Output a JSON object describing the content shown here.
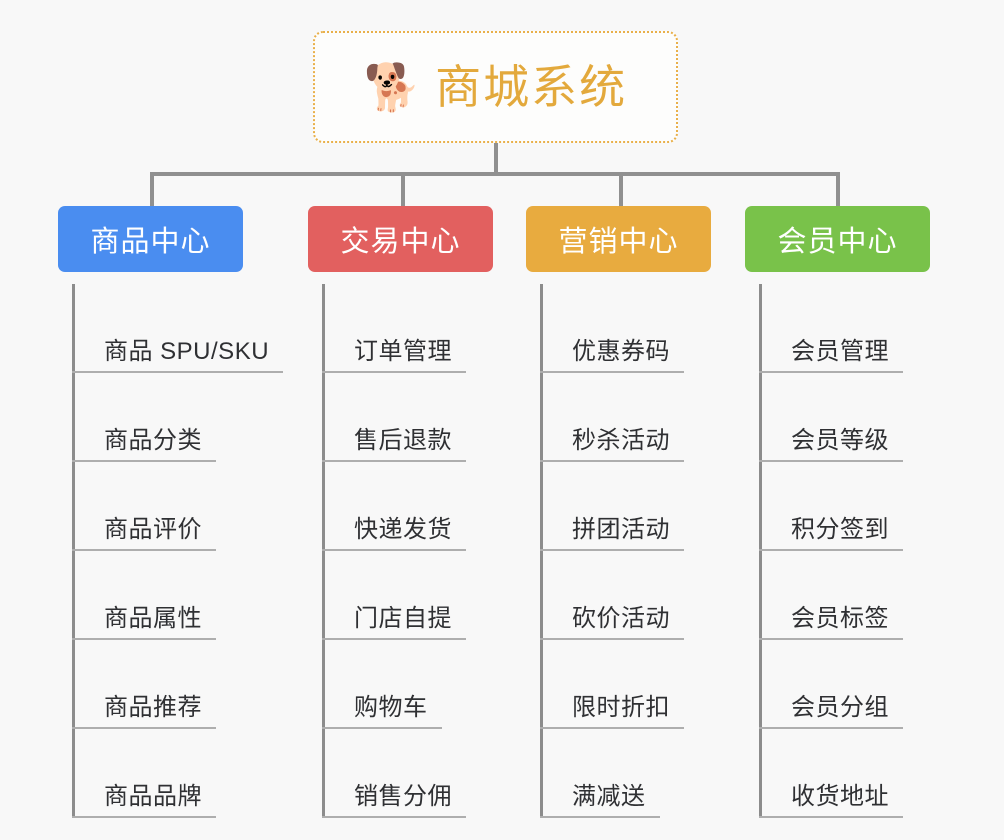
{
  "background_color": "#f8f8f8",
  "root": {
    "icon": "shiba-dog-face-emoji",
    "emoji": "🐕",
    "title": "商城系统",
    "title_color": "#e3a93c",
    "border_color": "#e9b04a"
  },
  "connector_color": "#909090",
  "branches": [
    {
      "label": "商品中心",
      "color": "#4a8df0",
      "items": [
        "商品 SPU/SKU",
        "商品分类",
        "商品评价",
        "商品属性",
        "商品推荐",
        "商品品牌"
      ]
    },
    {
      "label": "交易中心",
      "color": "#e2605f",
      "items": [
        "订单管理",
        "售后退款",
        "快递发货",
        "门店自提",
        "购物车",
        "销售分佣"
      ]
    },
    {
      "label": "营销中心",
      "color": "#e8ab3f",
      "items": [
        "优惠券码",
        "秒杀活动",
        "拼团活动",
        "砍价活动",
        "限时折扣",
        "满减送"
      ]
    },
    {
      "label": "会员中心",
      "color": "#79c24a",
      "items": [
        "会员管理",
        "会员等级",
        "积分签到",
        "会员标签",
        "会员分组",
        "收货地址"
      ]
    }
  ]
}
